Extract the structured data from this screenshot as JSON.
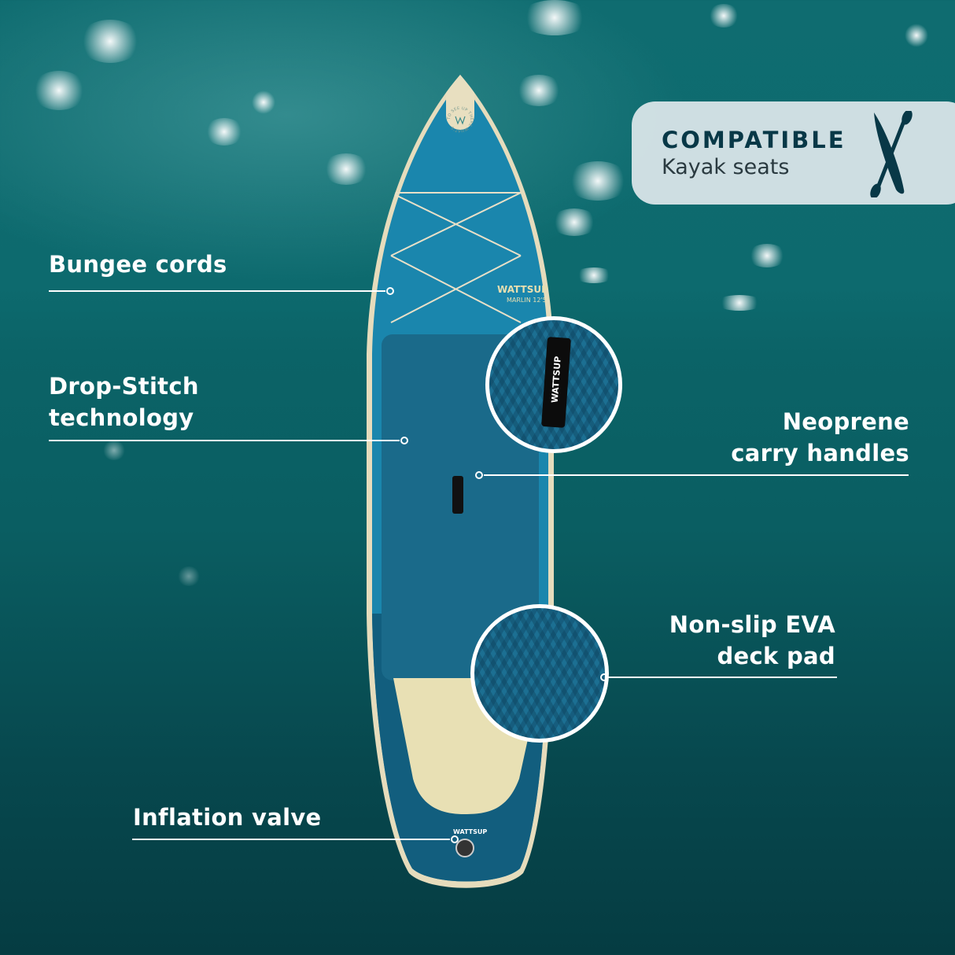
{
  "badge": {
    "title": "COMPATIBLE",
    "subtitle": "Kayak seats",
    "icon": "kayak-paddle-icon"
  },
  "callouts": [
    {
      "label_lines": [
        "Bungee cords"
      ]
    },
    {
      "label_lines": [
        "Drop-Stitch",
        "technology"
      ]
    },
    {
      "label_lines": [
        "Neoprene",
        "carry handles"
      ]
    },
    {
      "label_lines": [
        "Non-slip EVA",
        "deck pad"
      ]
    },
    {
      "label_lines": [
        "Inflation valve"
      ]
    }
  ],
  "board": {
    "brand": "WATTSUP",
    "model": "MARLIN 12'5\"",
    "handle_brand": "WATTSUP",
    "nose_text": "TO SEE UP THERE WHAT'S"
  },
  "colors": {
    "text": "#ffffff",
    "badge_text": "#083847",
    "board_blue": "#1a7ea6",
    "deck_pad": "#1a6a8a",
    "tail_pad": "#e8e0b4"
  }
}
